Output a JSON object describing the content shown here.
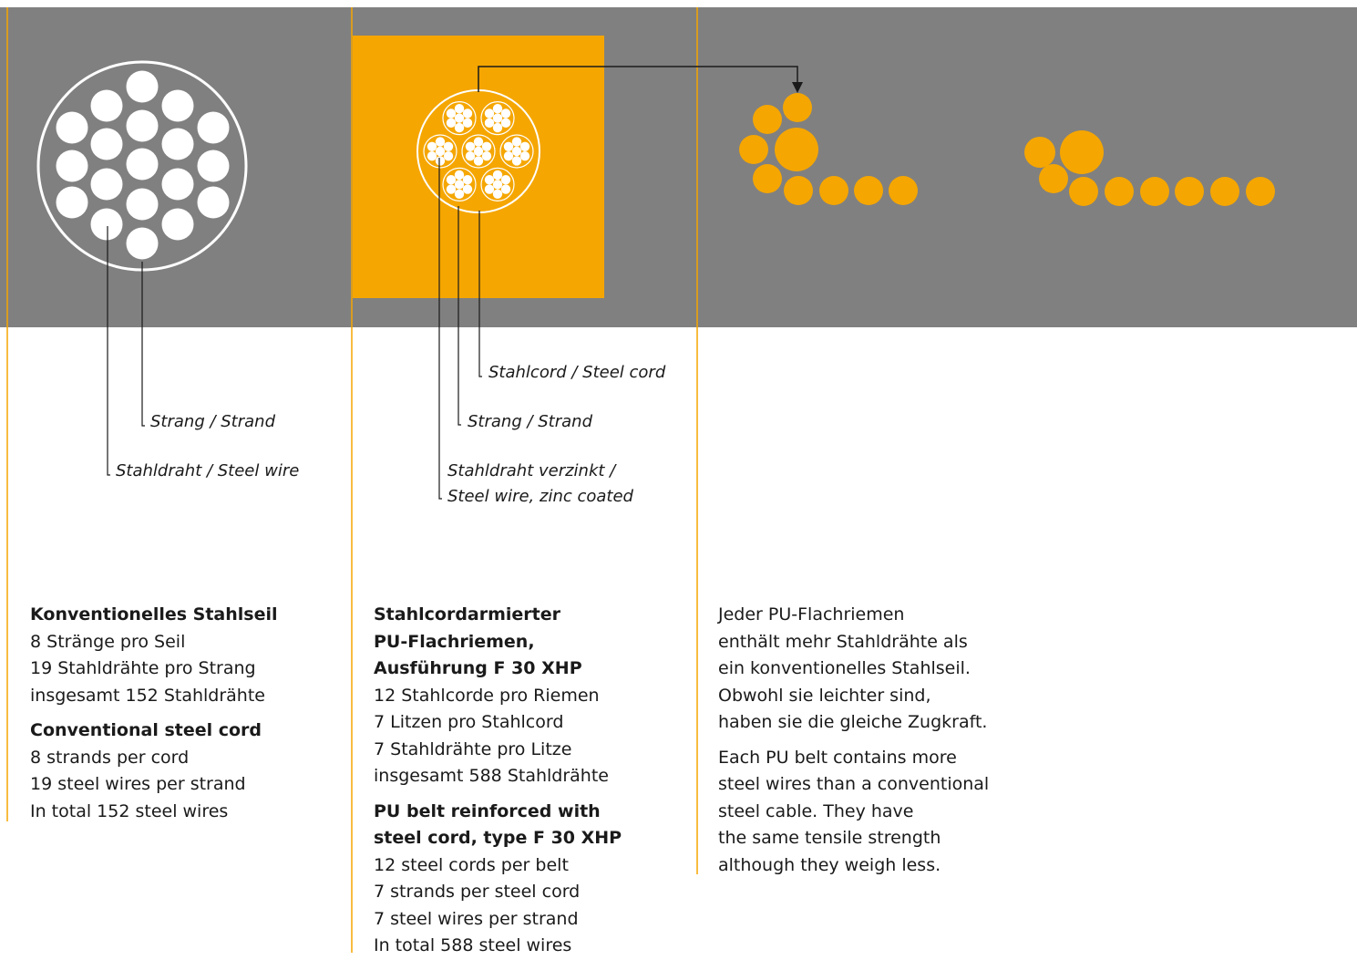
{
  "colors": {
    "background_band": "#808080",
    "accent_orange": "#f5a600",
    "wire_white": "#ffffff",
    "divider": "#f5a600",
    "leader": "#1a1a1a"
  },
  "labels": {
    "strand_1": "Strang / Strand",
    "steel_wire_1": "Stahldraht / Steel wire",
    "steel_cord_2": "Stahlcord / Steel cord",
    "strand_2": "Strang / Strand",
    "steel_wire_zinc_line1": "Stahldraht verzinkt /",
    "steel_wire_zinc_line2": "Steel wire, zinc coated"
  },
  "col1": {
    "de_heading": "Konventionelles Stahlseil",
    "de_lines": [
      "8 Stränge pro Seil",
      "19 Stahldrähte pro Strang",
      "insgesamt 152 Stahldrähte"
    ],
    "en_heading": "Conventional steel cord",
    "en_lines": [
      "8 strands per cord",
      "19 steel wires per strand",
      "In total 152 steel wires"
    ]
  },
  "col2": {
    "de_heading_lines": [
      "Stahlcordarmierter",
      "PU-Flachriemen,",
      "Ausführung F 30 XHP"
    ],
    "de_lines": [
      "12 Stahlcorde pro Riemen",
      "7 Litzen pro Stahlcord",
      "7 Stahldrähte pro Litze",
      "insgesamt 588 Stahldrähte"
    ],
    "en_heading_lines": [
      "PU belt reinforced with",
      "steel cord, type F 30 XHP"
    ],
    "en_lines": [
      "12 steel cords per belt",
      "7 strands per steel cord",
      "7 steel wires per strand",
      "In total 588 steel wires"
    ]
  },
  "col3": {
    "de_lines": [
      "Jeder PU-Flachriemen",
      "enthält mehr Stahldrähte als",
      "ein konventionelles Stahlseil.",
      "Obwohl sie leichter sind,",
      "haben sie die gleiche Zugkraft."
    ],
    "en_lines": [
      "Each PU belt contains more",
      "steel wires than a conventional",
      "steel cable. They have",
      "the same tensile strength",
      "although they weigh less."
    ]
  }
}
